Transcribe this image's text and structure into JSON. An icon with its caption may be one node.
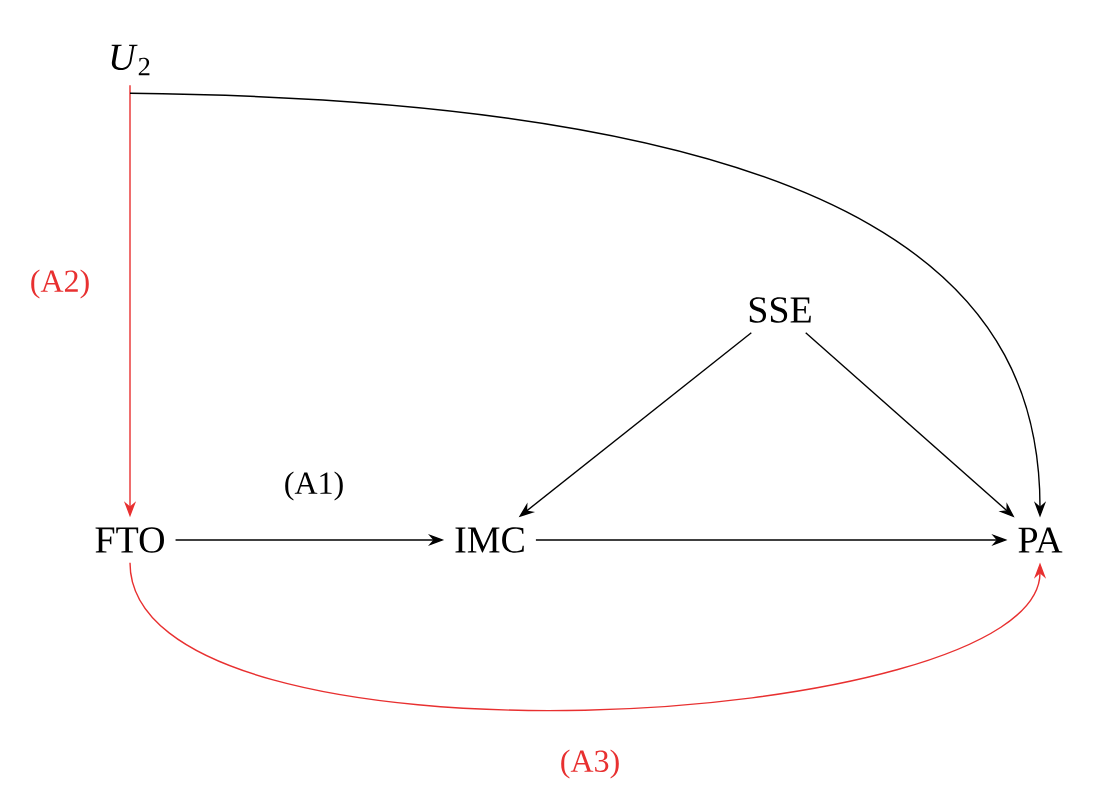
{
  "diagram": {
    "nodes": [
      {
        "text": [
          "*U*$_{2}$"
        ]
      },
      {
        "text": [
          "SSE"
        ]
      },
      {
        "text": [
          "FTO"
        ]
      },
      {
        "text": [
          "IMC"
        ]
      },
      {
        "text": [
          "PA"
        ]
      }
    ],
    "edges": [
      {
        "from": 0,
        "to": 2,
        "arrow": "to",
        "label": "(A2)",
        "color": "#e83030"
      },
      {
        "from": 0,
        "to": 4,
        "arrow": "to"
      },
      {
        "from": 1,
        "to": 3,
        "arrow": "to"
      },
      {
        "from": 1,
        "to": 4,
        "arrow": "to"
      },
      {
        "from": 2,
        "to": 3,
        "arrow": "to",
        "label": "(A1)"
      },
      {
        "from": 3,
        "to": 4,
        "arrow": "to"
      },
      {
        "from": 2,
        "to": 4,
        "arrow": "to",
        "label": "(A3)",
        "color": "#e83030"
      }
    ]
  }
}
